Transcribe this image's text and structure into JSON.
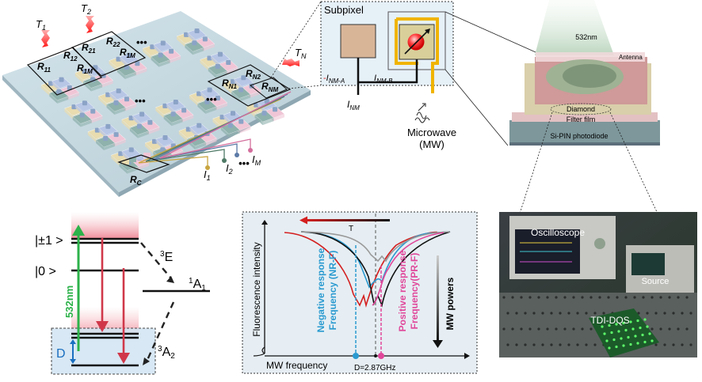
{
  "array": {
    "thermal_inputs": [
      "T",
      "T",
      "T"
    ],
    "thermal_subs": [
      "1",
      "2",
      "N"
    ],
    "pixels": [
      {
        "r": "R",
        "sub": "11"
      },
      {
        "r": "R",
        "sub": "12"
      },
      {
        "r": "R",
        "sub": "1M"
      },
      {
        "r": "R",
        "sub": "21"
      },
      {
        "r": "R",
        "sub": "22"
      },
      {
        "r": "R",
        "sub": "1M"
      },
      {
        "r": "R",
        "sub": "N1"
      },
      {
        "r": "R",
        "sub": "N2"
      },
      {
        "r": "R",
        "sub": "NM"
      }
    ],
    "reference": {
      "r": "R",
      "sub": "C"
    },
    "outputs": [
      {
        "i": "I",
        "sub": "1"
      },
      {
        "i": "I",
        "sub": "2"
      },
      {
        "i": "I",
        "sub": "M"
      }
    ],
    "ellipsis": "•••",
    "module_colors": [
      "#e8dcb0",
      "#b8c6e6",
      "#f0c6d6",
      "#8fb2ad"
    ],
    "line_colors": [
      "#c9a540",
      "#4f7a66",
      "#5c7aa6",
      "#d36e9c"
    ]
  },
  "subpixel": {
    "title": "Subpixel",
    "minus": "-",
    "i_a": "I",
    "i_a_sub": "NM-A",
    "i_b": "I",
    "i_b_sub": "NM-B",
    "i_out": "I",
    "i_out_sub": "NM",
    "microwave": "Microwave",
    "microwave_abbr": "(MW)",
    "antenna_color": "#f0b400"
  },
  "device": {
    "laser": "532nm",
    "antenna": "Antenna",
    "diamond": "Diamond",
    "filter": "Filter film",
    "photodiode": "Si-PIN photodiode"
  },
  "energy": {
    "level_pm1": "|±1 >",
    "level_0": "|0 >",
    "excited": "3",
    "excited_term": "E",
    "singlet": "1",
    "singlet_term": "A",
    "singlet_sub": "1",
    "ground": "3",
    "ground_term": "A",
    "ground_sub": "2",
    "pump": "532nm",
    "zfs": "D",
    "colors": {
      "pump": "#2db24a",
      "emission": "#d0384a",
      "zfs": "#1a6fc0"
    }
  },
  "spectrum": {
    "ylabel": "Fluorescence intensity",
    "xlabel": "MW frequency",
    "temperature": "T",
    "power": "MW powers",
    "nrf": [
      "Negative response",
      "Frequency (NR-F)"
    ],
    "prf": [
      "Positive response",
      "Frequency(PR-F)"
    ],
    "d_label": "D=2.87GHz",
    "colors": {
      "nrf": "#2a9ad0",
      "prf": "#e0479a",
      "hot": "#d42020"
    }
  },
  "photo": {
    "oscilloscope": "Oscilloscope",
    "source": "Source",
    "board": "TDI-DQS"
  }
}
